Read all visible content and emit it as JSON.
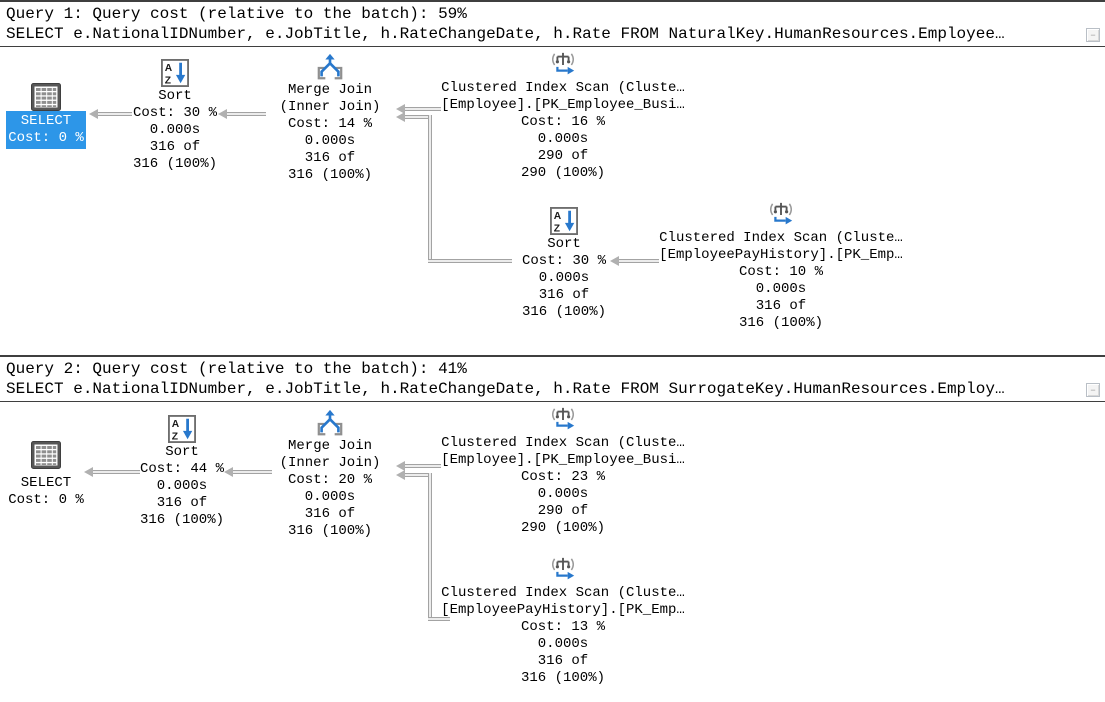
{
  "colors": {
    "highlight_blue": "#2d96e8",
    "icon_blue": "#2878cc",
    "icon_gray": "#555555",
    "arrow_gray": "#a3a3a3"
  },
  "plans": [
    {
      "title": "Query 1: Query cost (relative to the batch): 59%",
      "sql": "SELECT e.NationalIDNumber, e.JobTitle, h.RateChangeDate, h.Rate FROM NaturalKey.HumanResources.Employee…",
      "collapse_glyph": "−",
      "nodes": [
        {
          "op": "SELECT",
          "icon": "result-grid-icon",
          "highlighted": true,
          "lines": [
            "SELECT",
            "Cost: 0 %"
          ]
        },
        {
          "op": "Sort",
          "icon": "sort-icon",
          "lines": [
            "Sort",
            "Cost: 30 %",
            "0.000s",
            "316 of",
            "316 (100%)"
          ]
        },
        {
          "op": "Merge Join",
          "icon": "merge-join-icon",
          "lines": [
            "Merge Join",
            "(Inner Join)",
            "Cost: 14 %",
            "0.000s",
            "316 of",
            "316 (100%)"
          ]
        },
        {
          "op": "Clustered Index Scan",
          "icon": "clustered-index-scan-icon",
          "lines": [
            "Clustered Index Scan (Cluste…",
            "[Employee].[PK_Employee_Busi…",
            "Cost: 16 %",
            "0.000s",
            "290 of",
            "290 (100%)"
          ]
        },
        {
          "op": "Sort",
          "icon": "sort-icon",
          "lines": [
            "Sort",
            "Cost: 30 %",
            "0.000s",
            "316 of",
            "316 (100%)"
          ]
        },
        {
          "op": "Clustered Index Scan",
          "icon": "clustered-index-scan-icon",
          "lines": [
            "Clustered Index Scan (Cluste…",
            "[EmployeePayHistory].[PK_Emp…",
            "Cost: 10 %",
            "0.000s",
            "316 of",
            "316 (100%)"
          ]
        }
      ]
    },
    {
      "title": "Query 2: Query cost (relative to the batch): 41%",
      "sql": "SELECT e.NationalIDNumber, e.JobTitle, h.RateChangeDate, h.Rate FROM SurrogateKey.HumanResources.Employ…",
      "collapse_glyph": "−",
      "nodes": [
        {
          "op": "SELECT",
          "icon": "result-grid-icon",
          "highlighted": false,
          "lines": [
            "SELECT",
            "Cost: 0 %"
          ]
        },
        {
          "op": "Sort",
          "icon": "sort-icon",
          "lines": [
            "Sort",
            "Cost: 44 %",
            "0.000s",
            "316 of",
            "316 (100%)"
          ]
        },
        {
          "op": "Merge Join",
          "icon": "merge-join-icon",
          "lines": [
            "Merge Join",
            "(Inner Join)",
            "Cost: 20 %",
            "0.000s",
            "316 of",
            "316 (100%)"
          ]
        },
        {
          "op": "Clustered Index Scan",
          "icon": "clustered-index-scan-icon",
          "lines": [
            "Clustered Index Scan (Cluste…",
            "[Employee].[PK_Employee_Busi…",
            "Cost: 23 %",
            "0.000s",
            "290 of",
            "290 (100%)"
          ]
        },
        {
          "op": "Clustered Index Scan",
          "icon": "clustered-index-scan-icon",
          "lines": [
            "Clustered Index Scan (Cluste…",
            "[EmployeePayHistory].[PK_Emp…",
            "Cost: 13 %",
            "0.000s",
            "316 of",
            "316 (100%)"
          ]
        }
      ]
    }
  ]
}
